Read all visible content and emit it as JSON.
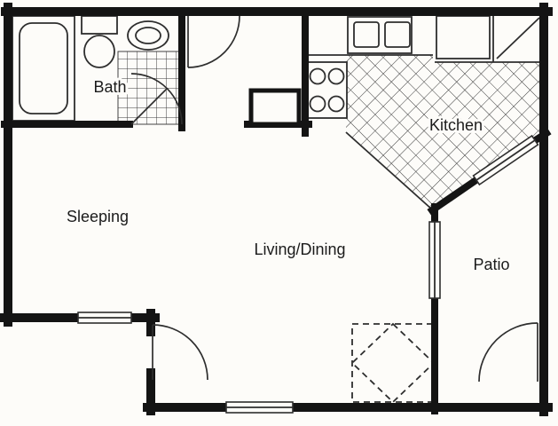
{
  "rooms": {
    "bath": "Bath",
    "kitchen": "Kitchen",
    "sleeping": "Sleeping",
    "living_dining": "Living/Dining",
    "patio": "Patio"
  },
  "colors": {
    "wall": "#141414",
    "line": "#2e2e2e",
    "paper": "#fdfcf9",
    "label": "#1b1b1b"
  }
}
